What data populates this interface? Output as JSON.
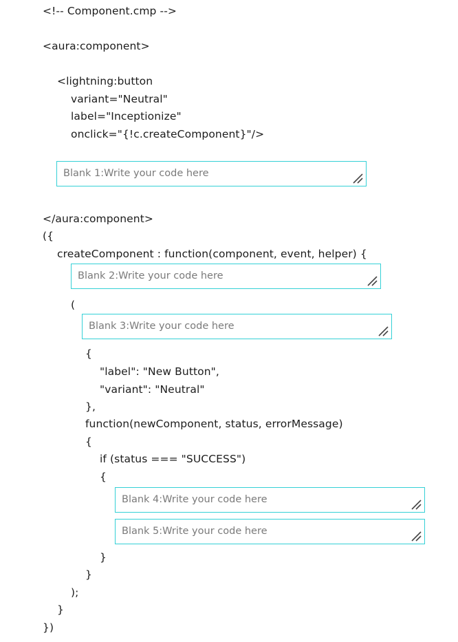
{
  "code_lines": [
    "<!-- Component.cmp -->",
    "<aura:component>",
    "<lightning:button",
    "variant=\"Neutral\"",
    "label=\"Inceptionize\"",
    "onclick=\"{!c.createComponent}\"/>",
    "</aura:component>",
    "({",
    "createComponent : function(component, event, helper) {",
    "(",
    "{",
    "\"label\": \"New Button\",",
    "\"variant\": \"Neutral\"",
    "},",
    "function(newComponent, status, errorMessage)",
    "{",
    "if (status === \"SUCCESS\")",
    "{",
    "}",
    "}",
    ");",
    "}",
    "})"
  ],
  "blanks": [
    {
      "placeholder": "Blank 1:Write your code here",
      "value": ""
    },
    {
      "placeholder": "Blank 2:Write your code here",
      "value": ""
    },
    {
      "placeholder": "Blank 3:Write your code here",
      "value": ""
    },
    {
      "placeholder": "Blank 4:Write your code here",
      "value": ""
    },
    {
      "placeholder": "Blank 5:Write your code here",
      "value": ""
    }
  ],
  "colors": {
    "blank_border": "#33d0d6",
    "text": "#1c1c1c",
    "placeholder": "#7a7a7a"
  },
  "icons": {
    "resize_grip": "resize-grip-icon"
  }
}
